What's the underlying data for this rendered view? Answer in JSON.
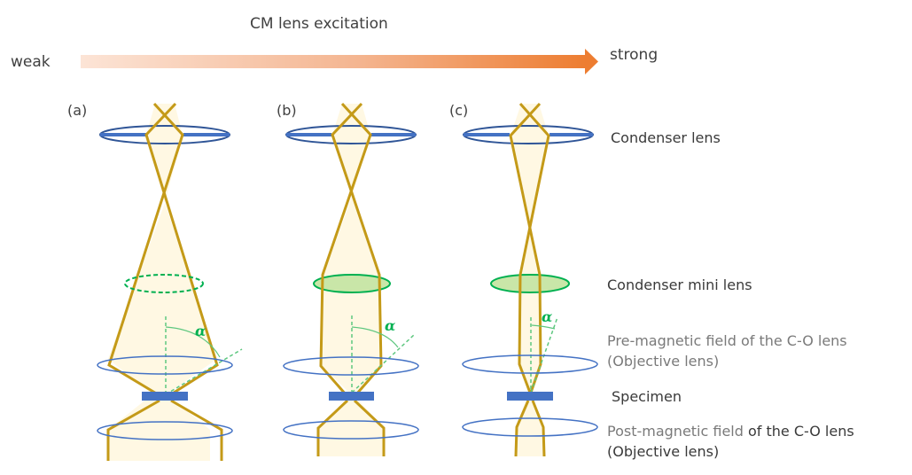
{
  "header": {
    "title": "CM lens excitation",
    "weak_label": "weak",
    "strong_label": "strong",
    "arrow_colors": {
      "start": "#fce4d6",
      "end": "#ed7d31"
    }
  },
  "panels": [
    {
      "label": "(a)",
      "mini_lens_state": "off (dashed)",
      "angle_symbol": "α"
    },
    {
      "label": "(b)",
      "mini_lens_state": "on",
      "angle_symbol": "α"
    },
    {
      "label": "(c)",
      "mini_lens_state": "on (stronger)",
      "angle_symbol": "α"
    }
  ],
  "legend": {
    "condenser_lens": "Condenser lens",
    "condenser_mini_lens": "Condenser mini lens",
    "pre_field_line1": "Pre-magnetic field of the C-O lens",
    "pre_field_line2": "(Objective lens)",
    "specimen": "Specimen",
    "post_field_line1a": "Post-magnetic field",
    "post_field_line1b": " of the C-O lens",
    "post_field_line2": "(Objective lens)"
  },
  "colors": {
    "beam_edge": "#c49a18",
    "beam_fill": "#fff8e3",
    "lens_blue": "#4472c4",
    "mini_lens_green": "#00b050",
    "mini_lens_fill": "#c9e6a8",
    "specimen": "#4472c4",
    "angle_green": "#00b050"
  }
}
